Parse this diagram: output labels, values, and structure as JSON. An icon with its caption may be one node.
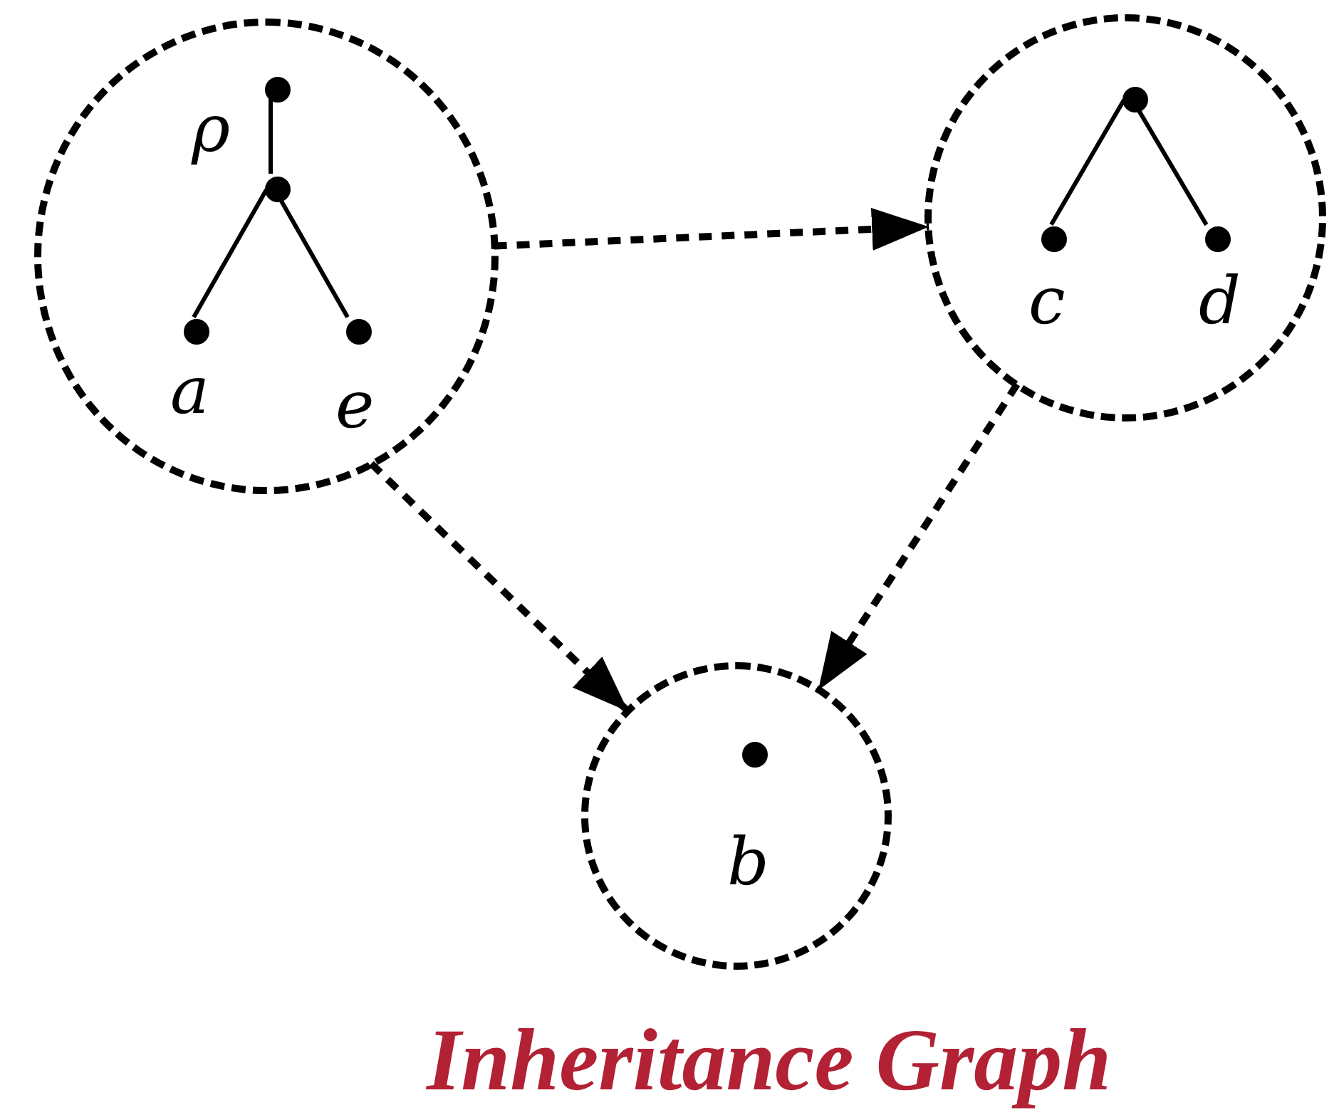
{
  "diagram": {
    "caption": "Inheritance Graph",
    "nodes": [
      {
        "text": [],
        "shape": "circle"
      },
      {
        "text": [],
        "shape": "circle",
        "beside": [
          "ρ"
        ],
        "in": 0
      },
      {
        "text": [],
        "shape": "circle",
        "in": 0
      },
      {
        "text": [],
        "shape": "circle",
        "beside": [
          "a"
        ],
        "in": 0
      },
      {
        "text": [],
        "shape": "circle",
        "beside": [
          "e"
        ],
        "in": 0
      },
      {
        "text": [],
        "shape": "circle"
      },
      {
        "text": [],
        "shape": "circle",
        "in": 5
      },
      {
        "text": [],
        "shape": "circle",
        "beside": [
          "c"
        ],
        "in": 5
      },
      {
        "text": [],
        "shape": "circle",
        "beside": [
          "d"
        ],
        "in": 5
      },
      {
        "text": [],
        "shape": "circle"
      },
      {
        "text": [],
        "shape": "circle",
        "beside": [
          "b"
        ],
        "in": 9
      }
    ],
    "edges": [
      {
        "from": 1,
        "to": 2,
        "arrow": "none"
      },
      {
        "from": 2,
        "to": 3,
        "arrow": "none"
      },
      {
        "from": 2,
        "to": 4,
        "arrow": "none"
      },
      {
        "from": 6,
        "to": 7,
        "arrow": "none"
      },
      {
        "from": 6,
        "to": 8,
        "arrow": "none"
      },
      {
        "from": 0,
        "to": 5,
        "arrow": "to",
        "style": "dashed"
      },
      {
        "from": 0,
        "to": 9,
        "arrow": "to",
        "style": "dashed"
      },
      {
        "from": 5,
        "to": 9,
        "arrow": "to",
        "style": "dashed"
      }
    ]
  }
}
